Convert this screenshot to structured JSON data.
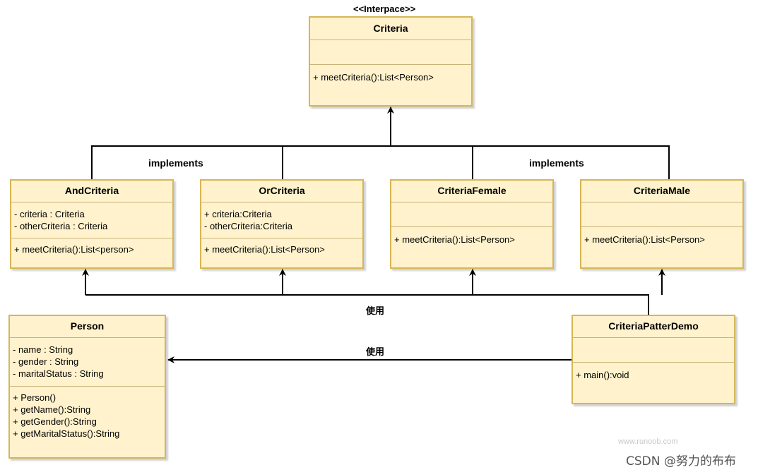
{
  "stereotype": "<<Interpace>>",
  "classes": {
    "criteria": {
      "name": "Criteria",
      "attributes": [],
      "methods": [
        "+ meetCriteria():List<Person>"
      ]
    },
    "and_criteria": {
      "name": "AndCriteria",
      "attributes": [
        "- criteria : Criteria",
        "- otherCriteria : Criteria"
      ],
      "methods": [
        "+ meetCriteria():List<person>"
      ]
    },
    "or_criteria": {
      "name": "OrCriteria",
      "attributes": [
        "+ criteria:Criteria",
        "- otherCriteria:Criteria"
      ],
      "methods": [
        "+ meetCriteria():List<Person>"
      ]
    },
    "criteria_female": {
      "name": "CriteriaFemale",
      "attributes": [],
      "methods": [
        "+ meetCriteria():List<Person>"
      ]
    },
    "criteria_male": {
      "name": "CriteriaMale",
      "attributes": [],
      "methods": [
        "+ meetCriteria():List<Person>"
      ]
    },
    "person": {
      "name": "Person",
      "attributes": [
        "- name : String",
        "- gender : String",
        "- maritalStatus : String"
      ],
      "methods": [
        "+ Person()",
        "+ getName():String",
        "+ getGender():String",
        "+ getMaritalStatus():String"
      ]
    },
    "demo": {
      "name": "CriteriaPatterDemo",
      "attributes": [],
      "methods": [
        "+ main():void"
      ]
    }
  },
  "edge_labels": {
    "implements_left": "implements",
    "implements_right": "implements",
    "use_top": "使用",
    "use_bottom": "使用"
  },
  "watermark": {
    "site": "www.runoob.com",
    "csdn": "CSDN @努力的布布"
  },
  "colors": {
    "class_fill": "#fff2cc",
    "class_border": "#d6b656",
    "edge": "#000000"
  }
}
